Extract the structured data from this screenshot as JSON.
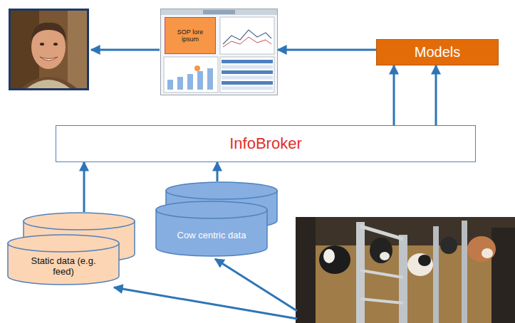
{
  "diagram": {
    "nodes": [
      {
        "text": [
          "SOP lore ipsum"
        ]
      },
      {
        "text": [
          "Models"
        ]
      },
      {
        "text": [
          "InfoBroker"
        ]
      },
      {
        "text": [
          "Static data (e.g. feed)"
        ]
      },
      {
        "text": [
          "Cow centric data"
        ]
      }
    ],
    "edges": [
      {
        "from": 1,
        "to": 0,
        "arrow": "to"
      },
      {
        "from": 2,
        "to": 1,
        "arrow": "to"
      },
      {
        "from": 2,
        "to": 1,
        "arrow": "to"
      },
      {
        "from": 3,
        "to": 2,
        "arrow": "to"
      },
      {
        "from": 4,
        "to": 2,
        "arrow": "to"
      }
    ]
  }
}
